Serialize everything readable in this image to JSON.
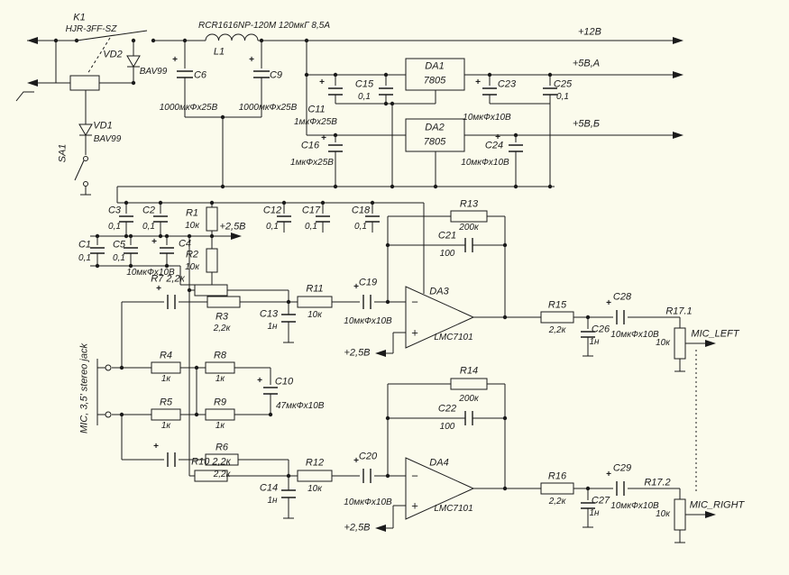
{
  "colors": {
    "bg": "#FBFBEC",
    "ink": "#1b1b1b"
  },
  "nets": {
    "v12": "+12В",
    "v5a": "+5В,А",
    "v5b": "+5В,Б",
    "v25": "+2,5В",
    "out_left": "MIC_LEFT",
    "out_right": "MIC_RIGHT"
  },
  "jack": {
    "label": "MIC, 3,5' stereo jack"
  },
  "symbols": {
    "plus": "+",
    "minus": "−"
  },
  "components": {
    "K1": {
      "ref": "K1",
      "part": "HJR-3FF-SZ"
    },
    "L1": {
      "ref": "L1",
      "part": "RCR1616NP-120M 120мкГ 8,5А"
    },
    "VD1": {
      "ref": "VD1",
      "part": "BAV99"
    },
    "VD2": {
      "ref": "VD2",
      "part": "BAV99"
    },
    "SA1": {
      "ref": "SA1"
    },
    "DA1": {
      "ref": "DA1",
      "part": "7805"
    },
    "DA2": {
      "ref": "DA2",
      "part": "7805"
    },
    "DA3": {
      "ref": "DA3",
      "part": "LMC7101"
    },
    "DA4": {
      "ref": "DA4",
      "part": "LMC7101"
    },
    "C1": {
      "ref": "C1",
      "value": "0,1"
    },
    "C2": {
      "ref": "C2",
      "value": "0,1"
    },
    "C3": {
      "ref": "C3",
      "value": "0,1"
    },
    "C4": {
      "ref": "C4",
      "value": "10мкФх10В"
    },
    "C5": {
      "ref": "C5",
      "value": "0,1"
    },
    "C6": {
      "ref": "C6",
      "value": "1000мкФх25В"
    },
    "C9": {
      "ref": "C9",
      "value": "1000мкФх25В"
    },
    "C10": {
      "ref": "C10",
      "value": "47мкФх10В"
    },
    "C11": {
      "ref": "C11",
      "value": "1мкФх25В"
    },
    "C12": {
      "ref": "C12",
      "value": "0,1"
    },
    "C13": {
      "ref": "C13",
      "value": "1н"
    },
    "C14": {
      "ref": "C14",
      "value": "1н"
    },
    "C15": {
      "ref": "C15",
      "value": "0,1"
    },
    "C16": {
      "ref": "C16",
      "value": "1мкФх25В"
    },
    "C17": {
      "ref": "C17",
      "value": "0,1"
    },
    "C18": {
      "ref": "C18",
      "value": "0,1"
    },
    "C19": {
      "ref": "C19",
      "value": "10мкФх10В"
    },
    "C20": {
      "ref": "C20",
      "value": "10мкФх10В"
    },
    "C21": {
      "ref": "C21",
      "value": "100"
    },
    "C22": {
      "ref": "C22",
      "value": "100"
    },
    "C23": {
      "ref": "C23",
      "value": "10мкФх10В"
    },
    "C24": {
      "ref": "C24",
      "value": "10мкФх10В"
    },
    "C25": {
      "ref": "C25",
      "value": "0,1"
    },
    "C26": {
      "ref": "C26",
      "value": "1н"
    },
    "C27": {
      "ref": "C27",
      "value": "1н"
    },
    "C28": {
      "ref": "C28",
      "value": "10мкФх10В"
    },
    "C29": {
      "ref": "C29",
      "value": "10мкФх10В"
    },
    "R1": {
      "ref": "R1",
      "value": "10к"
    },
    "R2": {
      "ref": "R2",
      "value": "10к"
    },
    "R3": {
      "ref": "R3",
      "value": "2,2к"
    },
    "R4": {
      "ref": "R4",
      "value": "1к"
    },
    "R5": {
      "ref": "R5",
      "value": "1к"
    },
    "R6": {
      "ref": "R6",
      "value": "2,2к"
    },
    "R7": {
      "label": "R7 2,2к"
    },
    "R8": {
      "ref": "R8",
      "value": "1к"
    },
    "R9": {
      "ref": "R9",
      "value": "1к"
    },
    "R10": {
      "label": "R10 2,2к"
    },
    "R11": {
      "ref": "R11",
      "value": "10к"
    },
    "R12": {
      "ref": "R12",
      "value": "10к"
    },
    "R13": {
      "ref": "R13",
      "value": "200к"
    },
    "R14": {
      "ref": "R14",
      "value": "200к"
    },
    "R15": {
      "ref": "R15",
      "value": "2,2к"
    },
    "R16": {
      "ref": "R16",
      "value": "2,2к"
    },
    "R17_1": {
      "ref": "R17.1",
      "value": "10к"
    },
    "R17_2": {
      "ref": "R17.2",
      "value": "10к"
    }
  }
}
